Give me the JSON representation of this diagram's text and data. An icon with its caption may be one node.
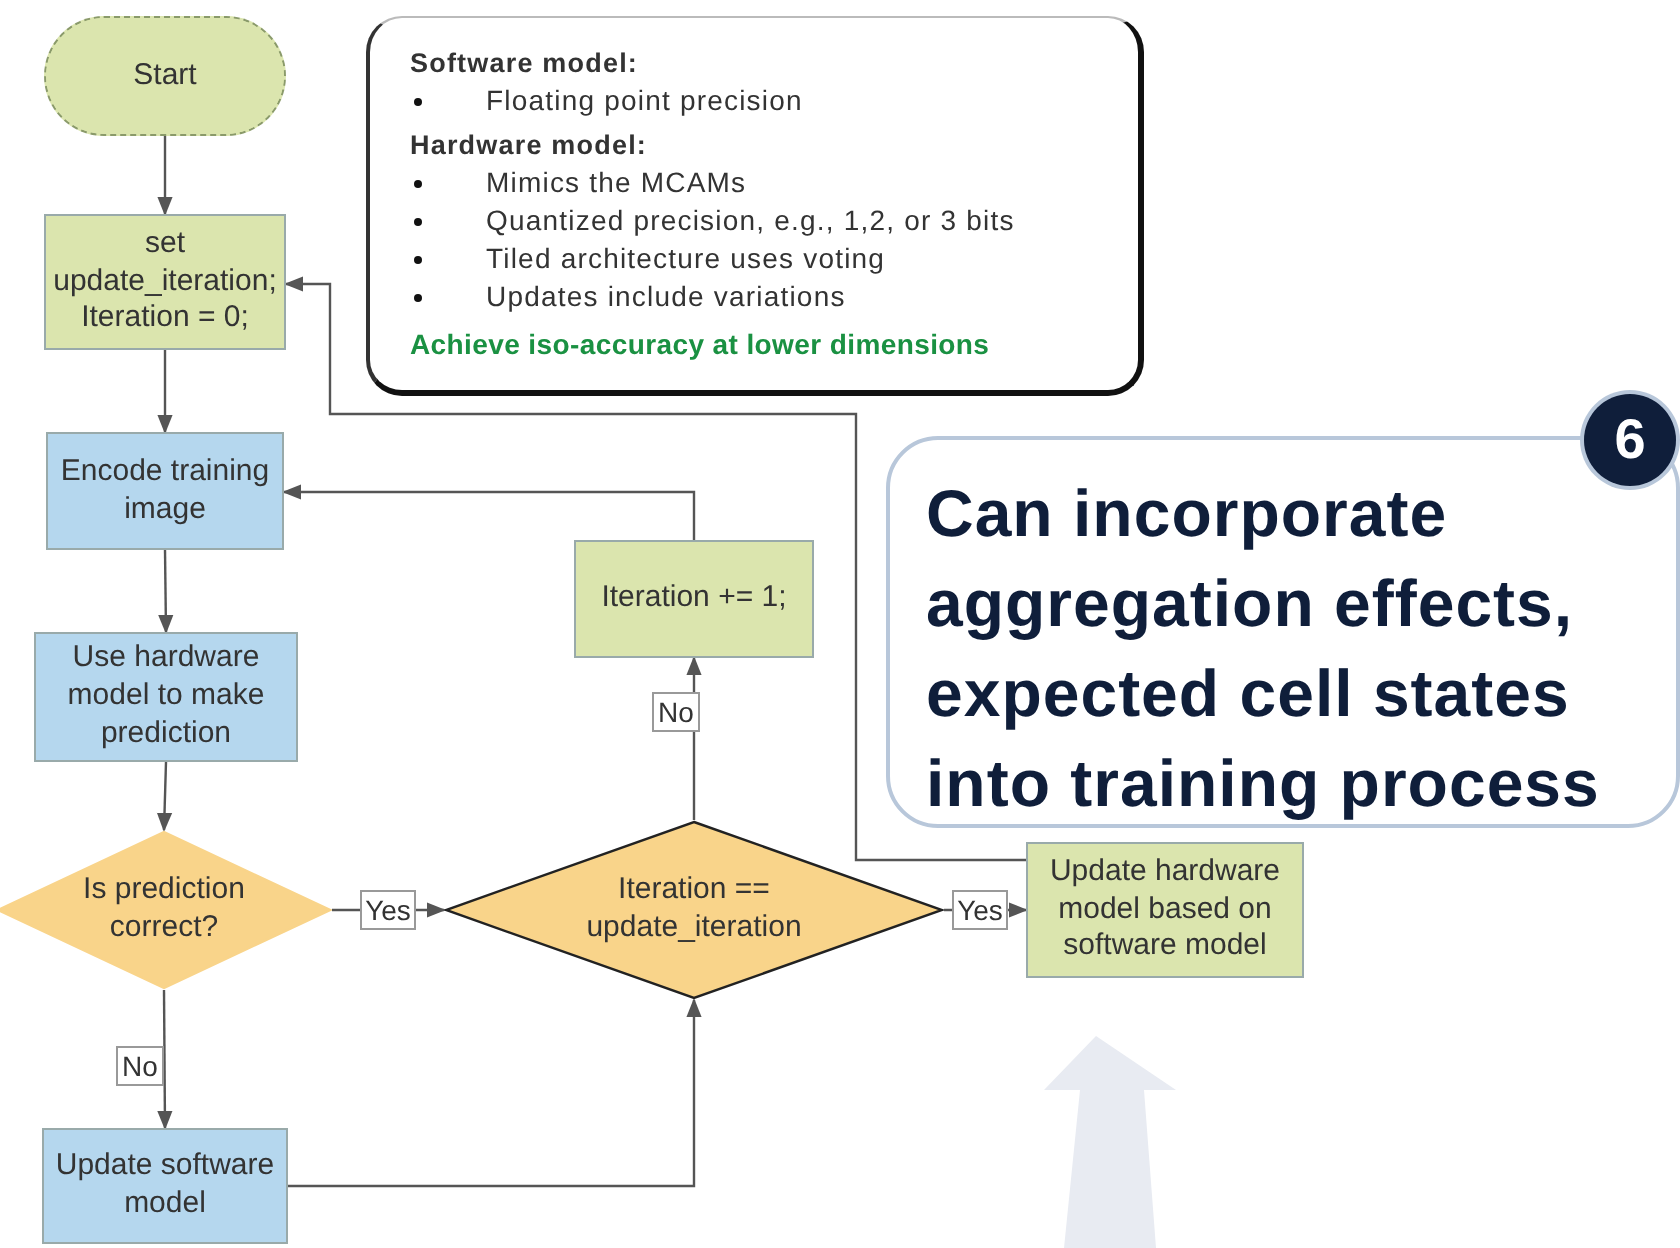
{
  "diagram": {
    "nodes": [
      {
        "text": [
          "Start"
        ]
      },
      {
        "text": [
          "set update_iteration; Iteration = 0;"
        ]
      },
      {
        "text": [
          "Encode training image"
        ]
      },
      {
        "text": [
          "Use hardware model to make prediction"
        ]
      },
      {
        "text": [
          "Is prediction correct?"
        ]
      },
      {
        "text": [
          "Iteration == update_iteration"
        ]
      },
      {
        "text": [
          "Iteration += 1;"
        ]
      },
      {
        "text": [
          "Update software model"
        ]
      },
      {
        "text": [
          "Update hardware model based on software model"
        ]
      },
      {
        "text": [
          "Software model:",
          "Floating point precision",
          "Hardware model:",
          "Mimics the MCAMs",
          "Quantized precision, e.g., 1,2, or 3 bits",
          "Tiled architecture uses voting",
          "Updates include variations",
          "Achieve iso-accuracy at lower dimensions"
        ]
      },
      {
        "text": [
          "Can incorporate aggregation effects, expected cell states into training process"
        ]
      }
    ],
    "edges": [
      {
        "from": 0,
        "to": 1,
        "arrow": "to"
      },
      {
        "from": 1,
        "to": 2,
        "arrow": "to"
      },
      {
        "from": 2,
        "to": 3,
        "arrow": "to"
      },
      {
        "from": 3,
        "to": 4,
        "arrow": "to"
      },
      {
        "from": 4,
        "to": 5,
        "arrow": "to",
        "label": "Yes"
      },
      {
        "from": 4,
        "to": 7,
        "arrow": "to",
        "label": "No"
      },
      {
        "from": 7,
        "to": 5,
        "arrow": "to"
      },
      {
        "from": 5,
        "to": 6,
        "arrow": "to",
        "label": "No"
      },
      {
        "from": 6,
        "to": 2,
        "arrow": "to"
      },
      {
        "from": 5,
        "to": 8,
        "arrow": "to",
        "label": "Yes"
      },
      {
        "from": 8,
        "to": 1,
        "arrow": "to"
      }
    ],
    "labels": [
      "6"
    ]
  }
}
